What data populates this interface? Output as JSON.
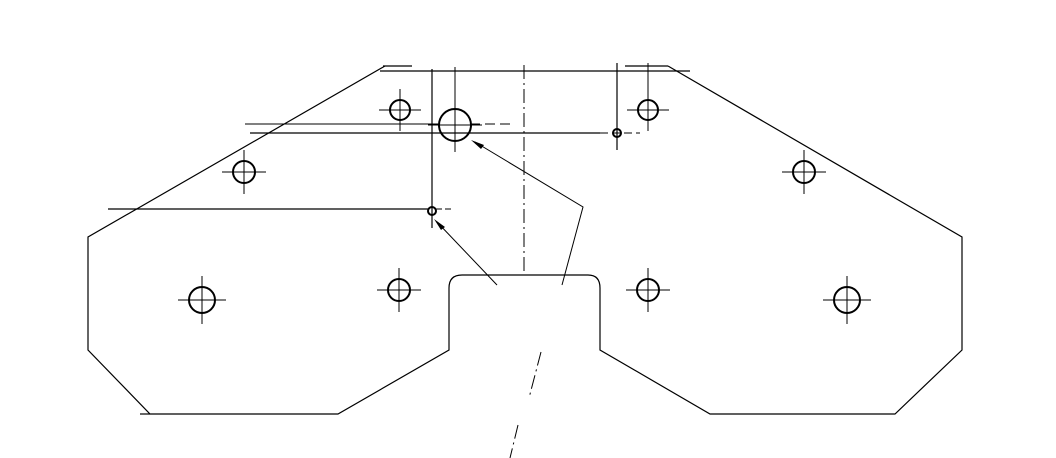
{
  "drawing": {
    "colors": {
      "line": "#000000",
      "background": "#ffffff"
    },
    "holes": [
      {
        "size": "medium"
      },
      {
        "size": "large"
      },
      {
        "size": "medium"
      },
      {
        "size": "medium"
      },
      {
        "size": "medium"
      },
      {
        "size": "medium"
      },
      {
        "size": "medium"
      },
      {
        "size": "medium"
      },
      {
        "size": "medium"
      },
      {
        "size": "small"
      },
      {
        "size": "small"
      }
    ]
  }
}
